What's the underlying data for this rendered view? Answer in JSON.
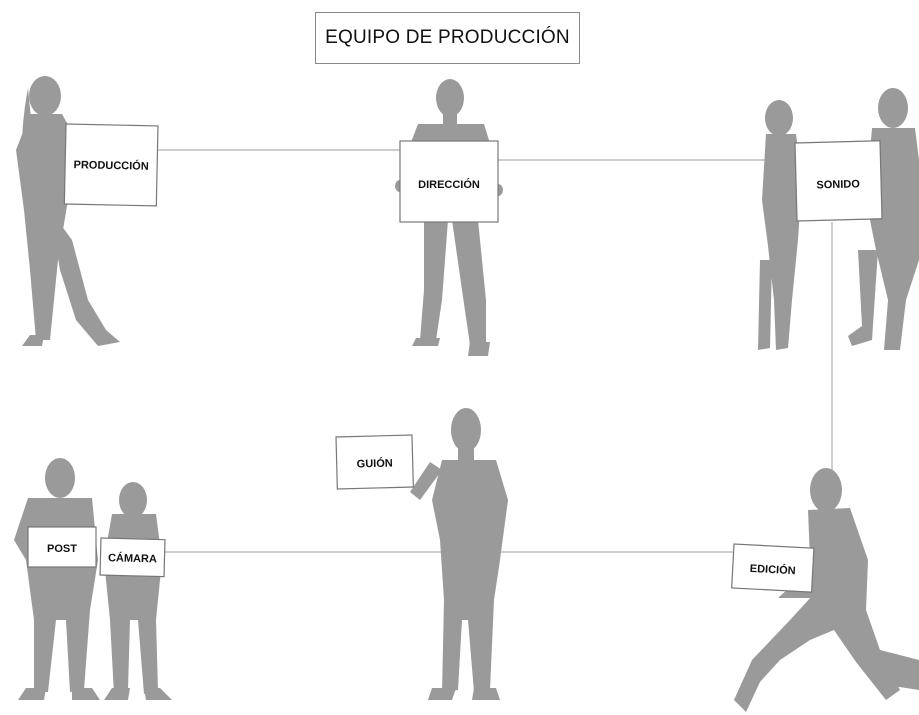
{
  "title": "EQUIPO DE PRODUCCIÓN",
  "nodes": {
    "produccion": "PRODUCCIÓN",
    "direccion": "DIRECCIÓN",
    "sonido": "SONIDO",
    "guion": "GUIÓN",
    "post": "POST",
    "camara": "CÁMARA",
    "edicion": "EDICIÓN"
  },
  "edges": [
    [
      "produccion",
      "direccion"
    ],
    [
      "direccion",
      "sonido"
    ],
    [
      "sonido",
      "edicion"
    ],
    [
      "camara",
      "edicion"
    ]
  ],
  "colors": {
    "silhouette": "#9a9a9a",
    "connector": "#bdbdbd",
    "sign_border": "#777777"
  }
}
